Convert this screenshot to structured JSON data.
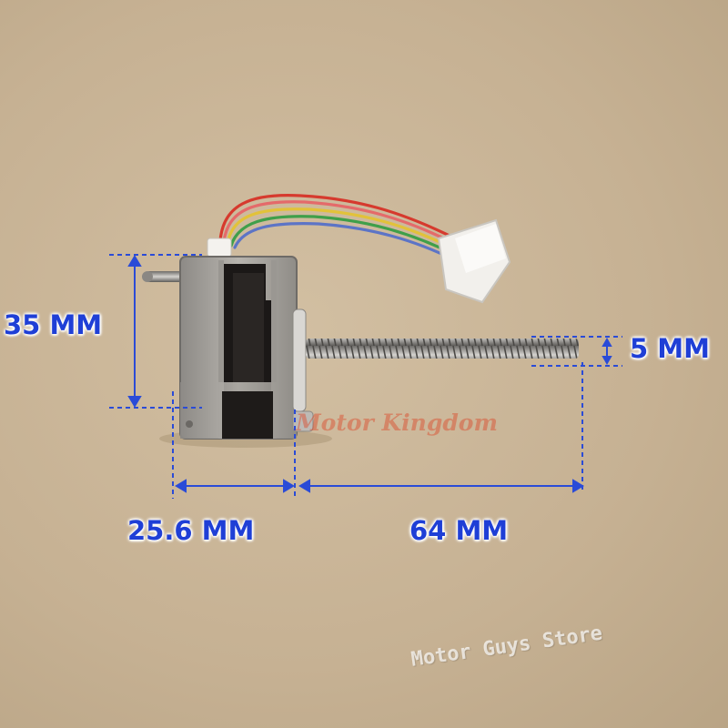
{
  "dimensions": {
    "height": "35 MM",
    "body_length": "25.6 MM",
    "screw_length": "64 MM",
    "screw_diameter": "5 MM"
  },
  "watermarks": {
    "center": "Motor Kingdom",
    "corner": "Motor Guys Store"
  },
  "colors": {
    "dimension_lines": "#2a4bd7",
    "dimension_text": "#1f3fd6"
  }
}
